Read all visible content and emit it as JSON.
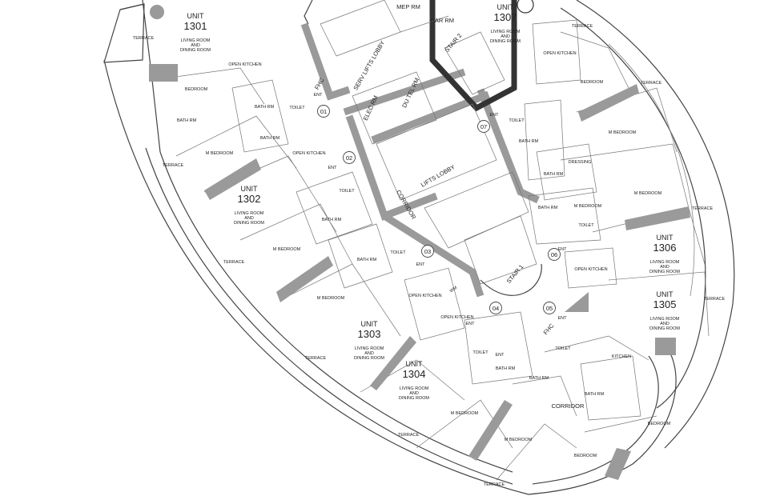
{
  "units": [
    {
      "id": "1301",
      "word": "UNIT",
      "text": "1301"
    },
    {
      "id": "1302",
      "word": "UNIT",
      "text": "1302"
    },
    {
      "id": "1303",
      "word": "UNIT",
      "text": "1303"
    },
    {
      "id": "1304",
      "word": "UNIT",
      "text": "1304"
    },
    {
      "id": "1305",
      "word": "UNIT",
      "text": "1305"
    },
    {
      "id": "1306",
      "word": "UNIT",
      "text": "1306"
    },
    {
      "id": "1307",
      "word": "UNIT",
      "text": "1307"
    }
  ],
  "living": {
    "line1": "LIVING ROOM",
    "line2": "AND",
    "line3": "DINING ROOM"
  },
  "room_labels": [
    {
      "name": "terrace",
      "text": "TERRACE"
    },
    {
      "name": "terrace",
      "text": "TERRACE"
    },
    {
      "name": "terrace",
      "text": "TERRACE"
    },
    {
      "name": "terrace",
      "text": "TERRACE"
    },
    {
      "name": "terrace",
      "text": "TERRACE"
    },
    {
      "name": "terrace",
      "text": "TERRACE"
    },
    {
      "name": "terrace",
      "text": "TERRACE"
    },
    {
      "name": "terrace",
      "text": "TERRACE"
    },
    {
      "name": "terrace",
      "text": "TERRACE"
    },
    {
      "name": "terrace",
      "text": "TERRACE"
    },
    {
      "name": "bedroom",
      "text": "BEDROOM"
    },
    {
      "name": "bedroom",
      "text": "BEDROOM"
    },
    {
      "name": "bedroom",
      "text": "BEDROOM"
    },
    {
      "name": "bedroom",
      "text": "BEDROOM"
    },
    {
      "name": "m-bedroom",
      "text": "M BEDROOM"
    },
    {
      "name": "m-bedroom",
      "text": "M BEDROOM"
    },
    {
      "name": "m-bedroom",
      "text": "M BEDROOM"
    },
    {
      "name": "m-bedroom",
      "text": "M BEDROOM"
    },
    {
      "name": "m-bedroom",
      "text": "M BEDROOM"
    },
    {
      "name": "m-bedroom",
      "text": "M BEDROOM"
    },
    {
      "name": "m-bedroom",
      "text": "M BEDROOM"
    },
    {
      "name": "m-bedroom",
      "text": "M BEDROOM"
    },
    {
      "name": "bath-rm",
      "text": "BATH RM"
    },
    {
      "name": "bath-rm",
      "text": "BATH RM"
    },
    {
      "name": "bath-rm",
      "text": "BATH RM"
    },
    {
      "name": "bath-rm",
      "text": "BATH RM"
    },
    {
      "name": "bath-rm",
      "text": "BATH RM"
    },
    {
      "name": "bath-rm",
      "text": "BATH RM"
    },
    {
      "name": "bath-rm",
      "text": "BATH RM"
    },
    {
      "name": "bath-rm",
      "text": "BATH RM"
    },
    {
      "name": "bath-rm",
      "text": "BATH RM"
    },
    {
      "name": "bath-rm",
      "text": "BATH RM"
    },
    {
      "name": "bath-rm",
      "text": "BATH RM"
    },
    {
      "name": "toilet",
      "text": "TOILET"
    },
    {
      "name": "toilet",
      "text": "TOILET"
    },
    {
      "name": "toilet",
      "text": "TOILET"
    },
    {
      "name": "toilet",
      "text": "TOILET"
    },
    {
      "name": "toilet",
      "text": "TOILET"
    },
    {
      "name": "toilet",
      "text": "TOILET"
    },
    {
      "name": "toilet",
      "text": "TOILET"
    },
    {
      "name": "open-kitchen",
      "text": "OPEN KITCHEN"
    },
    {
      "name": "open-kitchen",
      "text": "OPEN KITCHEN"
    },
    {
      "name": "open-kitchen",
      "text": "OPEN KITCHEN"
    },
    {
      "name": "open-kitchen",
      "text": "OPEN KITCHEN"
    },
    {
      "name": "open-kitchen",
      "text": "OPEN KITCHEN"
    },
    {
      "name": "open-kitchen",
      "text": "OPEN KITCHEN"
    },
    {
      "name": "kitchen",
      "text": "KITCHEN"
    },
    {
      "name": "dressing",
      "text": "DRESSING"
    },
    {
      "name": "wm",
      "text": "WM"
    },
    {
      "name": "ent",
      "text": "ENT"
    },
    {
      "name": "ent",
      "text": "ENT"
    },
    {
      "name": "ent",
      "text": "ENT"
    },
    {
      "name": "ent",
      "text": "ENT"
    },
    {
      "name": "ent",
      "text": "ENT"
    },
    {
      "name": "ent",
      "text": "ENT"
    },
    {
      "name": "ent",
      "text": "ENT"
    },
    {
      "name": "ent",
      "text": "ENT"
    },
    {
      "name": "mep-rm",
      "text": "MEP RM"
    },
    {
      "name": "gar-rm",
      "text": "GAR RM"
    },
    {
      "name": "elec-rm",
      "text": "ELEC RM"
    },
    {
      "name": "du-tel-rm",
      "text": "DU TEL RM"
    },
    {
      "name": "fhc",
      "text": "FHC"
    },
    {
      "name": "fhc",
      "text": "FHC"
    },
    {
      "name": "serv-lifts-lobby",
      "text": "SERV LIFTS LOBBY"
    },
    {
      "name": "lifts-lobby",
      "text": "LIFTS LOBBY"
    },
    {
      "name": "corridor",
      "text": "CORRIDOR"
    },
    {
      "name": "corridor",
      "text": "CORRIDOR"
    },
    {
      "name": "stair",
      "text": "STAIR 2"
    },
    {
      "name": "stair",
      "text": "STAIR 1"
    }
  ],
  "markers": [
    "01",
    "02",
    "03",
    "04",
    "05",
    "06",
    "07"
  ]
}
